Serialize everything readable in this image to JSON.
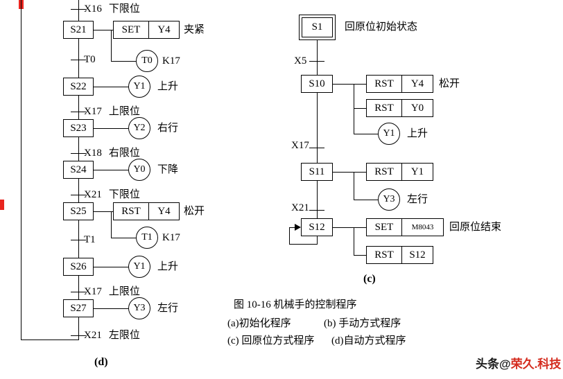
{
  "auto": {
    "section_label": "(d)",
    "steps": [
      "S21",
      "S22",
      "S23",
      "S24",
      "S25",
      "S26",
      "S27"
    ],
    "transitions": [
      {
        "signal": "X16",
        "name": "下限位"
      },
      {
        "signal": "T0",
        "name": ""
      },
      {
        "signal": "X17",
        "name": "上限位"
      },
      {
        "signal": "X18",
        "name": "右限位"
      },
      {
        "signal": "X21",
        "name": "下限位"
      },
      {
        "signal": "T1",
        "name": ""
      },
      {
        "signal": "X17",
        "name": "上限位"
      },
      {
        "signal": "X21",
        "name": "左限位"
      }
    ],
    "actions": {
      "s21": {
        "op": "SET",
        "operand": "Y4",
        "label": "夹紧"
      },
      "s21_timer": {
        "coil": "T0",
        "preset": "K17"
      },
      "s22": {
        "coil": "Y1",
        "label": "上升"
      },
      "s23": {
        "coil": "Y2",
        "label": "右行"
      },
      "s24": {
        "coil": "Y0",
        "label": "下降"
      },
      "s25": {
        "op": "RST",
        "operand": "Y4",
        "label": "松开"
      },
      "s25_timer": {
        "coil": "T1",
        "preset": "K17"
      },
      "s26": {
        "coil": "Y1",
        "label": "上升"
      },
      "s27": {
        "coil": "Y3",
        "label": "左行"
      }
    }
  },
  "origin": {
    "section_label": "(c)",
    "initial_step": "S1",
    "initial_label": "回原位初始状态",
    "steps": [
      "S10",
      "S11",
      "S12"
    ],
    "transitions": [
      {
        "signal": "X5"
      },
      {
        "signal": "X17"
      },
      {
        "signal": "X21"
      }
    ],
    "actions": {
      "s10_1": {
        "op": "RST",
        "operand": "Y4",
        "label": "松开"
      },
      "s10_2": {
        "op": "RST",
        "operand": "Y0"
      },
      "s10_3": {
        "coil": "Y1",
        "label": "上升"
      },
      "s11_1": {
        "op": "RST",
        "operand": "Y1"
      },
      "s11_2": {
        "coil": "Y3",
        "label": "左行"
      },
      "s12_1": {
        "op": "SET",
        "operand": "M8043",
        "label": "回原位结束"
      },
      "s12_2": {
        "op": "RST",
        "operand": "S12"
      }
    }
  },
  "caption": {
    "title": "图 10-16  机械手的控制程序",
    "item_a": "(a)初始化程序",
    "item_b": "(b) 手动方式程序",
    "item_c": "(c) 回原位方式程序",
    "item_d": "(d)自动方式程序"
  },
  "watermark": {
    "prefix": "头条@",
    "name": "荣久.科技"
  }
}
